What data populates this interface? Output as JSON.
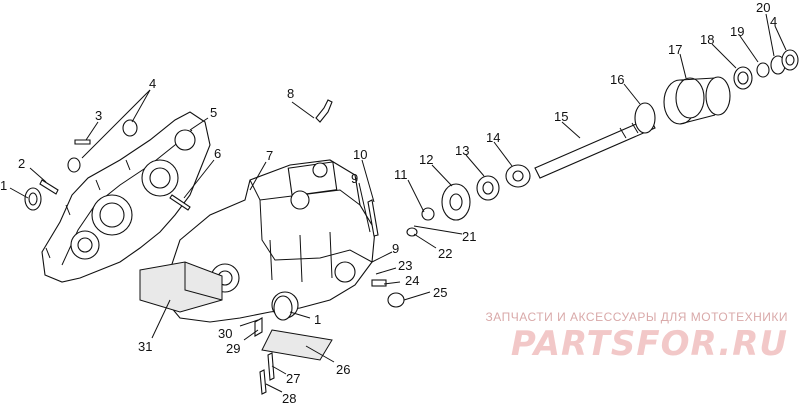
{
  "watermark": {
    "caption": "ЗАПЧАСТИ И АКСЕССУАРЫ ДЛЯ МОТОТЕХНИКИ",
    "logo": "PARTSFOR.RU"
  },
  "callouts": {
    "c1a": "1",
    "c2": "2",
    "c3": "3",
    "c4a": "4",
    "c5": "5",
    "c6": "6",
    "c7": "7",
    "c8": "8",
    "c9a": "9",
    "c10": "10",
    "c11": "11",
    "c12": "12",
    "c13": "13",
    "c14": "14",
    "c15": "15",
    "c16": "16",
    "c17": "17",
    "c18": "18",
    "c19": "19",
    "c20": "20",
    "c4b": "4",
    "c9b": "9",
    "c21": "21",
    "c22": "22",
    "c23": "23",
    "c24": "24",
    "c25": "25",
    "c1b": "1",
    "c26": "26",
    "c27": "27",
    "c28": "28",
    "c29": "29",
    "c30": "30",
    "c31": "31"
  }
}
